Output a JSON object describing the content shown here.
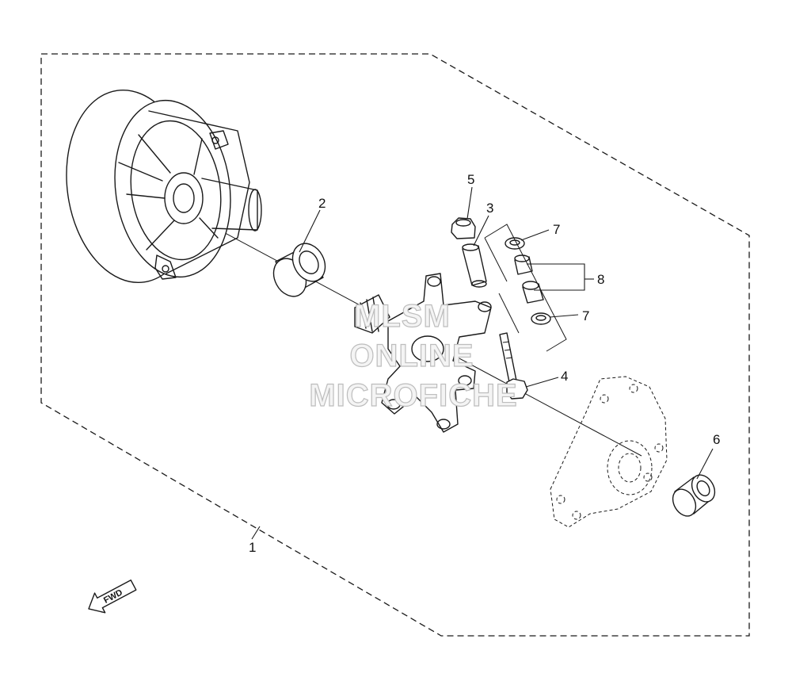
{
  "callouts": {
    "c1": "1",
    "c2": "2",
    "c3": "3",
    "c4": "4",
    "c5": "5",
    "c6": "6",
    "c7a": "7",
    "c7b": "7",
    "c8": "8"
  },
  "watermark": {
    "line1": "MLSM",
    "line2": "ONLINE",
    "line3": "MICROFICHE"
  },
  "fwd_label": "FWD",
  "colors": {
    "line": "#1a1a1a",
    "background": "#ffffff",
    "watermark_stroke": "#bdbdbd"
  }
}
